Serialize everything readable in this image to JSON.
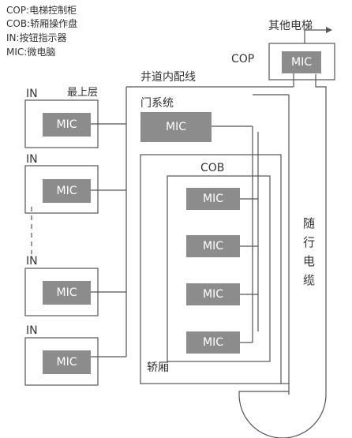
{
  "legend": [
    "COP:电梯控制柜",
    "COB:轿厢操作盘",
    "IN:按钮指示器",
    "MIC:微电脑"
  ],
  "labels": {
    "other_elevator": "其他电梯",
    "cop": "COP",
    "shaft_wiring": "井道内配线",
    "in": "IN",
    "top_floor": "最上层",
    "door_system": "门系统",
    "cob": "COB",
    "car": "轿厢",
    "traveling_cable": [
      "随",
      "行",
      "电",
      "缆"
    ]
  },
  "mic_label": "MIC",
  "colors": {
    "mic_fill": "#8c8c8c",
    "line": "#555555",
    "text": "#333333"
  }
}
